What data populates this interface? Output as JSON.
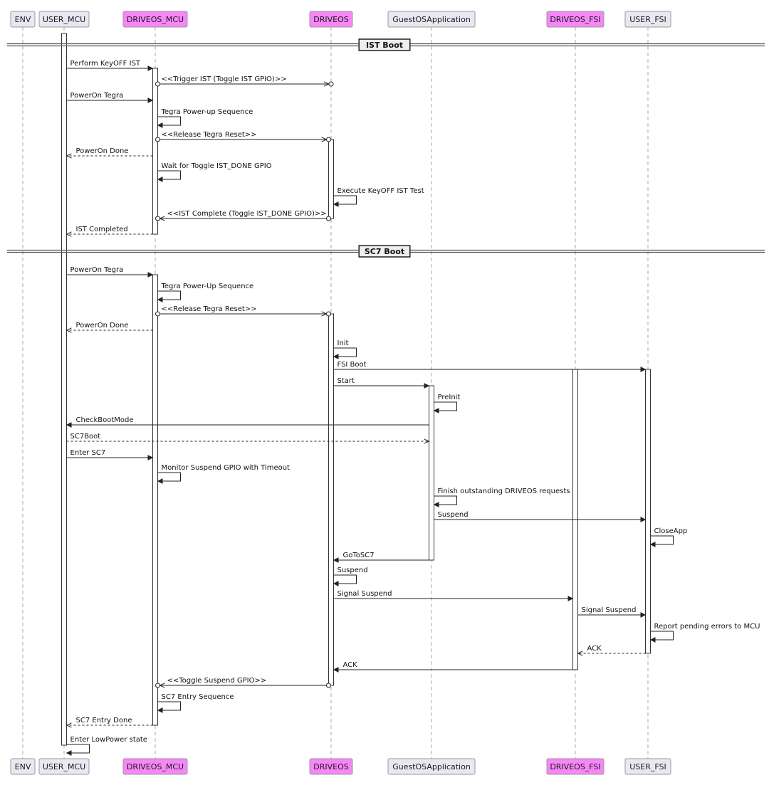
{
  "participants": [
    {
      "id": "ENV",
      "label": "ENV",
      "color": "#e8e8f2"
    },
    {
      "id": "USER_MCU",
      "label": "USER_MCU",
      "color": "#e8e8f2"
    },
    {
      "id": "DRIVEOS_MCU",
      "label": "DRIVEOS_MCU",
      "color": "#f786f7"
    },
    {
      "id": "DRIVEOS",
      "label": "DRIVEOS",
      "color": "#f786f7"
    },
    {
      "id": "GuestOSApplication",
      "label": "GuestOSApplication",
      "color": "#e8e8f2"
    },
    {
      "id": "DRIVEOS_FSI",
      "label": "DRIVEOS_FSI",
      "color": "#f786f7"
    },
    {
      "id": "USER_FSI",
      "label": "USER_FSI",
      "color": "#e8e8f2"
    }
  ],
  "dividers": [
    {
      "label": "IST Boot"
    },
    {
      "label": "SC7 Boot"
    }
  ],
  "messages": [
    {
      "from": "USER_MCU",
      "to": "DRIVEOS_MCU",
      "label": "Perform KeyOFF IST",
      "style": "solid"
    },
    {
      "from": "DRIVEOS_MCU",
      "to": "DRIVEOS",
      "label": "<<Trigger IST (Toggle IST GPIO)>>",
      "style": "circle"
    },
    {
      "from": "USER_MCU",
      "to": "DRIVEOS_MCU",
      "label": "PowerOn Tegra",
      "style": "solid"
    },
    {
      "from": "DRIVEOS_MCU",
      "to": "DRIVEOS_MCU",
      "label": "Tegra Power-up Sequence",
      "style": "self"
    },
    {
      "from": "DRIVEOS_MCU",
      "to": "DRIVEOS",
      "label": "<<Release Tegra Reset>>",
      "style": "circle"
    },
    {
      "from": "DRIVEOS_MCU",
      "to": "USER_MCU",
      "label": "PowerOn Done",
      "style": "dashed"
    },
    {
      "from": "DRIVEOS_MCU",
      "to": "DRIVEOS_MCU",
      "label": "Wait for Toggle IST_DONE GPIO",
      "style": "self"
    },
    {
      "from": "DRIVEOS",
      "to": "DRIVEOS",
      "label": "Execute KeyOFF IST Test",
      "style": "self"
    },
    {
      "from": "DRIVEOS",
      "to": "DRIVEOS_MCU",
      "label": "<<IST Complete (Toggle IST_DONE GPIO)>>",
      "style": "circle"
    },
    {
      "from": "DRIVEOS_MCU",
      "to": "USER_MCU",
      "label": "IST Completed",
      "style": "dashed"
    },
    {
      "from": "USER_MCU",
      "to": "DRIVEOS_MCU",
      "label": "PowerOn Tegra",
      "style": "solid"
    },
    {
      "from": "DRIVEOS_MCU",
      "to": "DRIVEOS_MCU",
      "label": "Tegra Power-Up Sequence",
      "style": "self"
    },
    {
      "from": "DRIVEOS_MCU",
      "to": "DRIVEOS",
      "label": "<<Release Tegra Reset>>",
      "style": "circle"
    },
    {
      "from": "DRIVEOS_MCU",
      "to": "USER_MCU",
      "label": "PowerOn Done",
      "style": "dashed"
    },
    {
      "from": "DRIVEOS",
      "to": "DRIVEOS",
      "label": "Init",
      "style": "self"
    },
    {
      "from": "DRIVEOS",
      "to": "USER_FSI",
      "label": "FSI Boot",
      "style": "solid"
    },
    {
      "from": "DRIVEOS",
      "to": "GuestOSApplication",
      "label": "Start",
      "style": "solid"
    },
    {
      "from": "GuestOSApplication",
      "to": "GuestOSApplication",
      "label": "PreInit",
      "style": "self"
    },
    {
      "from": "GuestOSApplication",
      "to": "USER_MCU",
      "label": "CheckBootMode",
      "style": "solid"
    },
    {
      "from": "USER_MCU",
      "to": "GuestOSApplication",
      "label": "SC7Boot",
      "style": "dashed"
    },
    {
      "from": "USER_MCU",
      "to": "DRIVEOS_MCU",
      "label": "Enter SC7",
      "style": "solid"
    },
    {
      "from": "DRIVEOS_MCU",
      "to": "DRIVEOS_MCU",
      "label": "Monitor Suspend GPIO with Timeout",
      "style": "self"
    },
    {
      "from": "GuestOSApplication",
      "to": "GuestOSApplication",
      "label": "Finish outstanding DRIVEOS requests",
      "style": "self"
    },
    {
      "from": "GuestOSApplication",
      "to": "USER_FSI",
      "label": "Suspend",
      "style": "solid"
    },
    {
      "from": "USER_FSI",
      "to": "USER_FSI",
      "label": "CloseApp",
      "style": "self"
    },
    {
      "from": "GuestOSApplication",
      "to": "DRIVEOS",
      "label": "GoToSC7",
      "style": "solid"
    },
    {
      "from": "DRIVEOS",
      "to": "DRIVEOS",
      "label": "Suspend",
      "style": "self"
    },
    {
      "from": "DRIVEOS",
      "to": "DRIVEOS_FSI",
      "label": "Signal Suspend",
      "style": "solid"
    },
    {
      "from": "DRIVEOS_FSI",
      "to": "USER_FSI",
      "label": "Signal Suspend",
      "style": "solid"
    },
    {
      "from": "USER_FSI",
      "to": "USER_FSI",
      "label": "Report pending errors to MCU",
      "style": "self"
    },
    {
      "from": "USER_FSI",
      "to": "DRIVEOS_FSI",
      "label": "ACK",
      "style": "dashed"
    },
    {
      "from": "DRIVEOS_FSI",
      "to": "DRIVEOS",
      "label": "ACK",
      "style": "solid"
    },
    {
      "from": "DRIVEOS",
      "to": "DRIVEOS_MCU",
      "label": "<<Toggle Suspend GPIO>>",
      "style": "circle"
    },
    {
      "from": "DRIVEOS_MCU",
      "to": "DRIVEOS_MCU",
      "label": "SC7 Entry Sequence",
      "style": "self"
    },
    {
      "from": "DRIVEOS_MCU",
      "to": "USER_MCU",
      "label": "SC7 Entry Done",
      "style": "dashed"
    },
    {
      "from": "USER_MCU",
      "to": "USER_MCU",
      "label": "Enter LowPower state",
      "style": "self"
    }
  ]
}
